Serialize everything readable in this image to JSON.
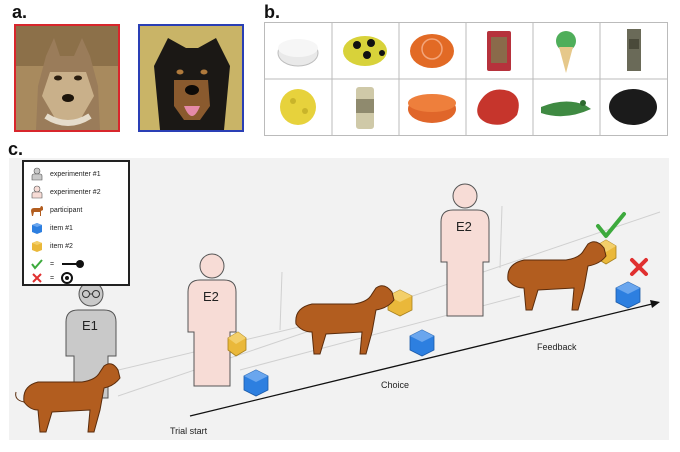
{
  "panels": {
    "a": "a.",
    "b": "b.",
    "c": "c."
  },
  "colors": {
    "wolf_frame": "#d8262c",
    "dog_frame": "#2a3fb5",
    "dog_body": "#b25d1f",
    "item1": "#2d7fe0",
    "item2": "#eab83a",
    "check": "#3daa3d",
    "cross": "#e03030"
  },
  "legend": {
    "experimenter1": "experimenter #1",
    "experimenter2": "experimenter #2",
    "participant": "participant",
    "item1": "item #1",
    "item2": "item #2",
    "reward_sign": "=",
    "no_reward_sign": "="
  },
  "labels": {
    "e1": "E1",
    "e2_start": "E2",
    "e2_feedback": "E2",
    "trial_start": "Trial start",
    "choice": "Choice",
    "feedback": "Feedback"
  },
  "objects_row1": [
    "white-disc",
    "ladybug-toy",
    "orange-ball",
    "red-block",
    "ice-cream-toy",
    "metal-cylinder"
  ],
  "objects_row2": [
    "yellow-sponge",
    "tin-can",
    "orange-disc",
    "red-rubber",
    "green-crocodile",
    "black-disc"
  ],
  "icons": {
    "check": "check-icon",
    "cross": "cross-icon",
    "key": "key-icon",
    "bomb": "bomb-icon"
  }
}
